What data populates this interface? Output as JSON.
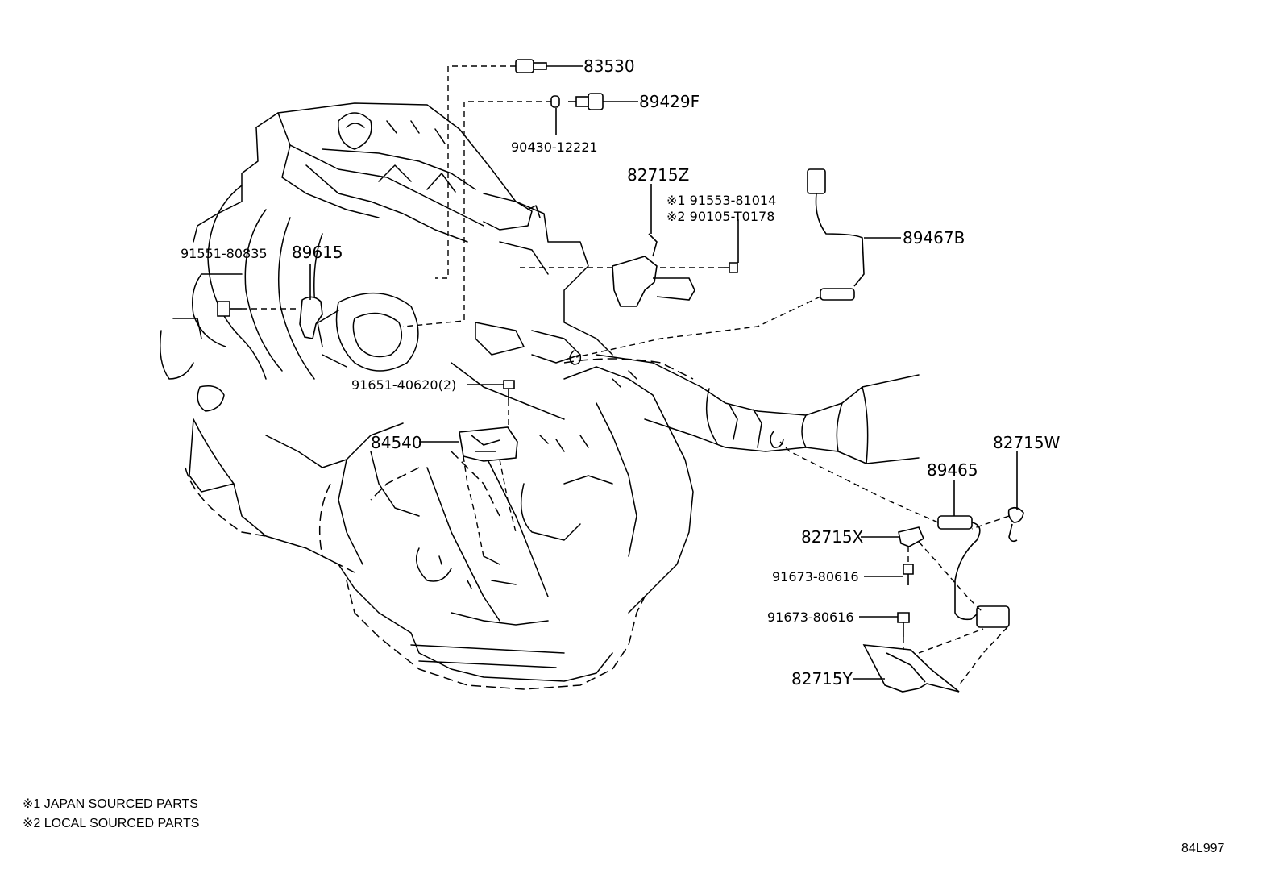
{
  "colors": {
    "line": "#000000",
    "background": "#ffffff"
  },
  "parts": {
    "p83530": "83530",
    "p89429F": "89429F",
    "p90430": "90430-12221",
    "p82715Z": "82715Z",
    "p91553": "※1 91553-81014",
    "p90105": "※2 90105-T0178",
    "p89467B": "89467B",
    "p91551": "91551-80835",
    "p89615": "89615",
    "p91651": "91651-40620(2)",
    "p84540": "84540",
    "p82715W": "82715W",
    "p89465": "89465",
    "p82715X": "82715X",
    "p91673a": "91673-80616",
    "p91673b": "91673-80616",
    "p82715Y": "82715Y"
  },
  "notes": {
    "note1": "※1 JAPAN SOURCED PARTS",
    "note2": "※2 LOCAL SOURCED PARTS"
  },
  "diagram_code": "84L997"
}
